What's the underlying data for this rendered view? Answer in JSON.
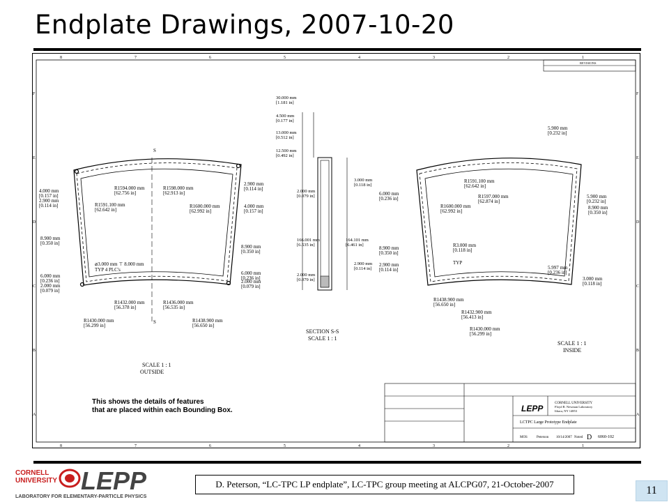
{
  "header": {
    "title": "Endplate Drawings, 2007-10-20"
  },
  "drawing": {
    "grid_numbers_top": [
      "8",
      "7",
      "6",
      "5",
      "4",
      "3",
      "2",
      "1"
    ],
    "grid_letters_side": [
      "F",
      "E",
      "D",
      "C",
      "B",
      "A"
    ],
    "left_view": {
      "title_lines": [
        "SCALE 1 : 1",
        "OUTSIDE"
      ],
      "dims": [
        [
          "R1594.000 mm",
          "[62.756 in]"
        ],
        [
          "R1598.000 mm",
          "[62.913 in]"
        ],
        [
          "R1591.100 mm",
          "[62.642 in]"
        ],
        [
          "R1600.000 mm",
          "[62.992 in]"
        ],
        [
          "2.900 mm",
          "[0.114 in]"
        ],
        [
          "4.000 mm",
          "[0.157 in]"
        ],
        [
          "2.900 mm",
          "[0.114 in]"
        ],
        [
          "4.000 mm",
          "[0.157 in]"
        ],
        [
          "8.900 mm",
          "[0.350 in]"
        ],
        [
          "8.900 mm",
          "[0.350 in]"
        ],
        [
          "6.000 mm",
          "[0.236 in]"
        ],
        [
          "2.000 mm",
          "[0.079 in]"
        ],
        [
          "6.000 mm",
          "[0.236 in]"
        ],
        [
          "2.000 mm",
          "[0.079 in]"
        ],
        [
          "R1432.000 mm",
          "[56.378 in]"
        ],
        [
          "R1436.000 mm",
          "[56.535 in]"
        ],
        [
          "R1430.000 mm",
          "[56.299 in]"
        ],
        [
          "R1438.900 mm",
          "[56.650 in]"
        ]
      ],
      "hole_note": [
        "⌀3.000 mm ⊤ 8.000 mm",
        "TYP 4 PLC's"
      ],
      "section_mark": "S"
    },
    "section_view": {
      "title_lines": [
        "SECTION S-S",
        "SCALE 1 : 1"
      ],
      "dims": [
        [
          "30.000 mm",
          "[1.181 in]"
        ],
        [
          "4.500 mm",
          "[0.177 in]"
        ],
        [
          "13.000 mm",
          "[0.512 in]"
        ],
        [
          "12.500 mm",
          "[0.492 in]"
        ],
        [
          "2.000 mm",
          "[0.079 in]"
        ],
        [
          "3.000 mm",
          "[0.118 in]"
        ],
        [
          "166.001 mm",
          "[6.535 in]"
        ],
        [
          "164.101 mm",
          "[6.461 in]"
        ],
        [
          "2.000 mm",
          "[0.079 in]"
        ],
        [
          "2.900 mm",
          "[0.114 in]"
        ]
      ]
    },
    "right_view": {
      "title_lines": [
        "SCALE 1 : 1",
        "INSIDE"
      ],
      "dims": [
        [
          "R1591.100 mm",
          "[62.642 in]"
        ],
        [
          "R1597.000 mm",
          "[62.874 in]"
        ],
        [
          "R1600.000 mm",
          "[62.992 in]"
        ],
        [
          "6.000 mm",
          "[0.236 in]"
        ],
        [
          "5.900 mm",
          "[0.232 in]"
        ],
        [
          "5.900 mm",
          "[0.232 in]"
        ],
        [
          "8.900 mm",
          "[0.350 in]"
        ],
        [
          "R3.000 mm",
          "[0.118 in]"
        ],
        [
          "8.900 mm",
          "[0.350 in]"
        ],
        [
          "2.900 mm",
          "[0.114 in]"
        ],
        [
          "5.997 mm",
          "[0.236 in]"
        ],
        [
          "3.000 mm",
          "[0.118 in]"
        ],
        [
          "R1438.900 mm",
          "[56.650 in]"
        ],
        [
          "R1432.900 mm",
          "[56.413 in]"
        ],
        [
          "R1430.000 mm",
          "[56.299 in]"
        ]
      ],
      "typ_label": "TYP"
    },
    "note_lines": [
      "This shows the details of features",
      "that are placed within each Bounding Box."
    ],
    "title_block": {
      "institution": [
        "CORNELL UNIVERSITY",
        "Floyd R. Newman Laboratory",
        "Ithaca, NY 14853"
      ],
      "logo_text": "LEPP",
      "drawing_title": "LCTPC Large Prototype Endplate",
      "drawing_number": "6060-102",
      "size": "D",
      "drawn_by": "MOS",
      "drawn_for": "Peterson",
      "date": "10/14/2007",
      "scale": "Noted",
      "revisions_header": "REVISIONS"
    }
  },
  "footer": {
    "logo_line1": "CORNELL",
    "logo_line2": "UNIVERSITY",
    "logo_text": "LEPP",
    "logo_subtitle": "LABORATORY FOR ELEMENTARY-PARTICLE PHYSICS",
    "citation": "D. Peterson, “LC-TPC LP endplate”, LC-TPC group meeting at ALCPG07, 21-October-2007",
    "page_number": "11"
  }
}
